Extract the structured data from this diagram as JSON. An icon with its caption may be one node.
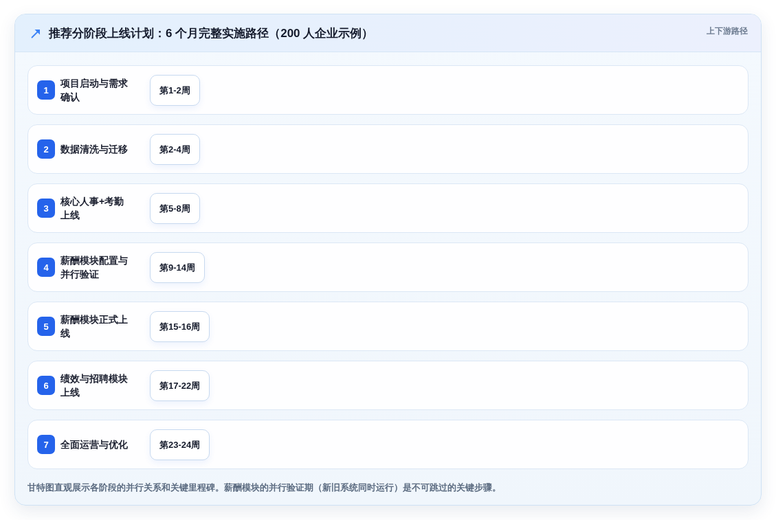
{
  "diagram": {
    "title": "推荐分阶段上线计划：6 个月完整实施路径（200 人企业示例）",
    "caption": "甘特图直观展示各阶段的并行关系和关键里程碑。薪酬模块的并行验证期（新旧系统同时运行）是不可跳过的关键步骤。",
    "nodes": [
      {
        "text": [
          "项目启动与需求确认"
        ]
      },
      {
        "text": [
          "1"
        ],
        "in": 0
      },
      {
        "text": [
          "第1-2周"
        ],
        "in": 0
      },
      {
        "text": [
          "数据清洗与迁移"
        ]
      },
      {
        "text": [
          "2"
        ],
        "in": 3
      },
      {
        "text": [
          "第2-4周"
        ],
        "in": 3
      },
      {
        "text": [
          "核心人事+考勤上线"
        ]
      },
      {
        "text": [
          "3"
        ],
        "in": 6
      },
      {
        "text": [
          "第5-8周"
        ],
        "in": 6
      },
      {
        "text": [
          "薪酬模块配置与并行验证"
        ]
      },
      {
        "text": [
          "4"
        ],
        "in": 9
      },
      {
        "text": [
          "第9-14周"
        ],
        "in": 9
      },
      {
        "text": [
          "薪酬模块正式上线"
        ]
      },
      {
        "text": [
          "5"
        ],
        "in": 12
      },
      {
        "text": [
          "第15-16周"
        ],
        "in": 12
      },
      {
        "text": [
          "绩效与招聘模块上线"
        ]
      },
      {
        "text": [
          "6"
        ],
        "in": 15
      },
      {
        "text": [
          "第17-22周"
        ],
        "in": 15
      },
      {
        "text": [
          "全面运营与优化"
        ]
      },
      {
        "text": [
          "7"
        ],
        "in": 18
      },
      {
        "text": [
          "第23-24周"
        ],
        "in": 18
      }
    ],
    "labels": [
      "上下游路径"
    ]
  }
}
